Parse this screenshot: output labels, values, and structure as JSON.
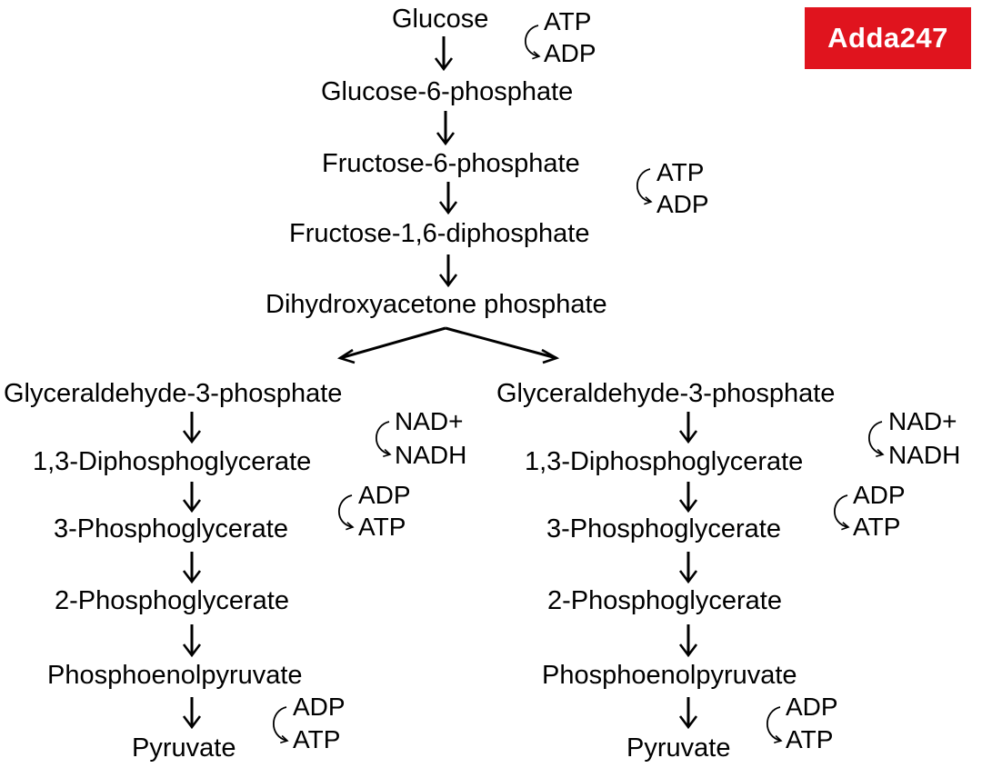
{
  "logo": {
    "text": "Adda247",
    "color": "#e0141e"
  },
  "pathway": {
    "glucose": "Glucose",
    "g6p": "Glucose-6-phosphate",
    "f6p": "Fructose-6-phosphate",
    "f16dp": "Fructose-1,6-diphosphate",
    "dhap": "Dihydroxyacetone phosphate",
    "step1_in": "ATP",
    "step1_out": "ADP",
    "step3_in": "ATP",
    "step3_out": "ADP"
  },
  "branches": [
    {
      "g3p": "Glyceraldehyde-3-phosphate",
      "bpg": "1,3-Diphosphoglycerate",
      "pg3": "3-Phosphoglycerate",
      "pg2": "2-Phosphoglycerate",
      "pep": "Phosphoenolpyruvate",
      "pyruvate": "Pyruvate",
      "nad_in": "NAD+",
      "nad_out": "NADH",
      "pgk_in": "ADP",
      "pgk_out": "ATP",
      "pk_in": "ADP",
      "pk_out": "ATP"
    },
    {
      "g3p": "Glyceraldehyde-3-phosphate",
      "bpg": "1,3-Diphosphoglycerate",
      "pg3": "3-Phosphoglycerate",
      "pg2": "2-Phosphoglycerate",
      "pep": "Phosphoenolpyruvate",
      "pyruvate": "Pyruvate",
      "nad_in": "NAD+",
      "nad_out": "NADH",
      "pgk_in": "ADP",
      "pgk_out": "ATP",
      "pk_in": "ADP",
      "pk_out": "ATP"
    }
  ]
}
